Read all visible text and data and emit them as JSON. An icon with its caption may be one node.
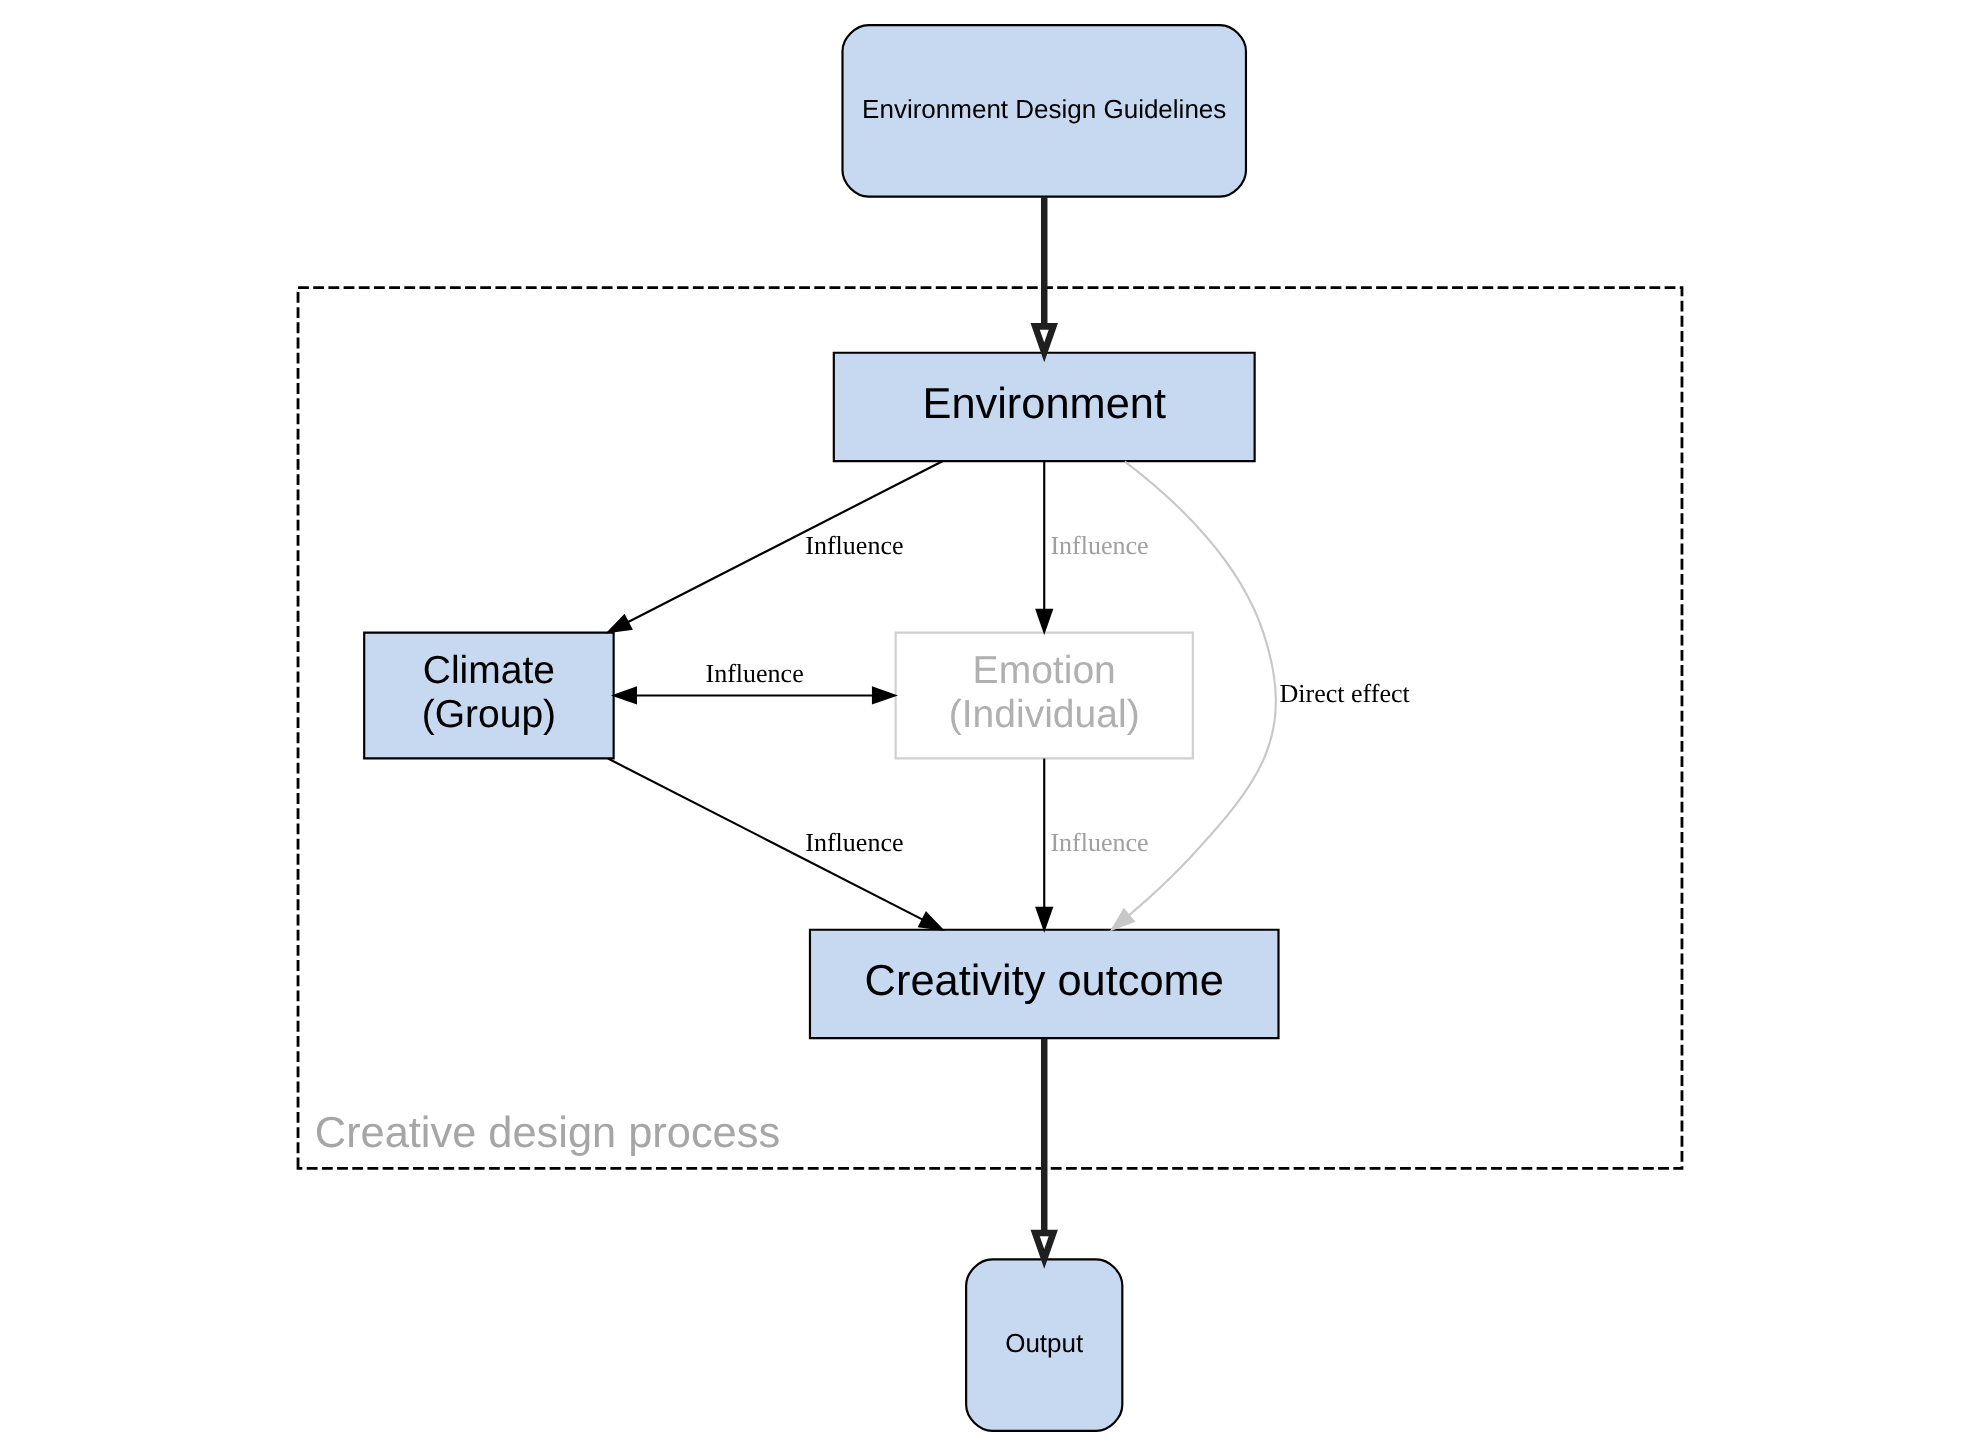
{
  "diagram": {
    "nodes": [
      {
        "text": [
          "Creative design process"
        ]
      },
      {
        "text": [
          "Environment Design Guidelines"
        ]
      },
      {
        "text": [
          "Environment"
        ],
        "in": 0
      },
      {
        "text": [
          "Climate",
          "(Group)"
        ],
        "in": 0
      },
      {
        "text": [
          "Emotion",
          "(Individual)"
        ],
        "in": 0
      },
      {
        "text": [
          "Creativity outcome"
        ],
        "in": 0
      },
      {
        "text": [
          "Output"
        ]
      }
    ],
    "edges": [
      {
        "from": 1,
        "to": 2,
        "arrow": "to",
        "style": "thick"
      },
      {
        "from": 2,
        "to": 3,
        "arrow": "to",
        "label": "Influence"
      },
      {
        "from": 2,
        "to": 4,
        "arrow": "to",
        "label": "Influence"
      },
      {
        "from": 3,
        "to": 4,
        "arrow": "both",
        "label": "Influence"
      },
      {
        "from": 3,
        "to": 5,
        "arrow": "to",
        "label": "Influence"
      },
      {
        "from": 4,
        "to": 5,
        "arrow": "to",
        "label": "Influence"
      },
      {
        "from": 2,
        "to": 5,
        "arrow": "to",
        "label": "Direct effect",
        "color": "#c8c8c8"
      },
      {
        "from": 5,
        "to": 6,
        "arrow": "to",
        "style": "thick"
      }
    ]
  }
}
